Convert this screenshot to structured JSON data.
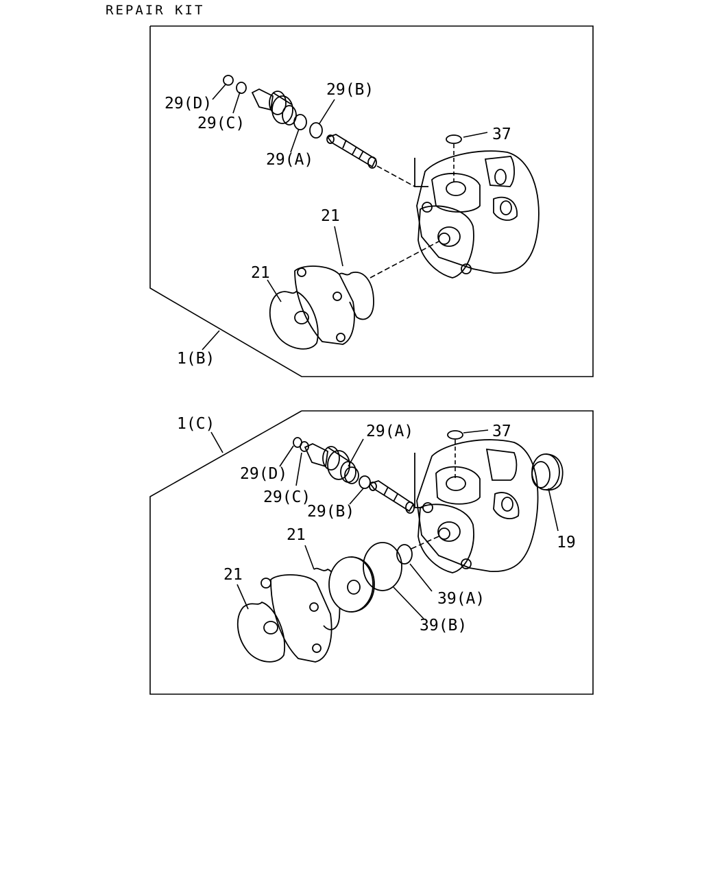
{
  "title": "REPAIR KIT",
  "panel_b": {
    "kit": "1(B)",
    "labels": {
      "p29d": "29(D)",
      "p29c": "29(C)",
      "p29a": "29(A)",
      "p29b": "29(B)",
      "p37": "37",
      "p21_top": "21",
      "p21_left": "21"
    }
  },
  "panel_c": {
    "kit": "1(C)",
    "labels": {
      "p29a": "29(A)",
      "p37": "37",
      "p29d": "29(D)",
      "p29c": "29(C)",
      "p29b": "29(B)",
      "p19": "19",
      "p21_top": "21",
      "p21_left": "21",
      "p39a": "39(A)",
      "p39b": "39(B)"
    }
  }
}
